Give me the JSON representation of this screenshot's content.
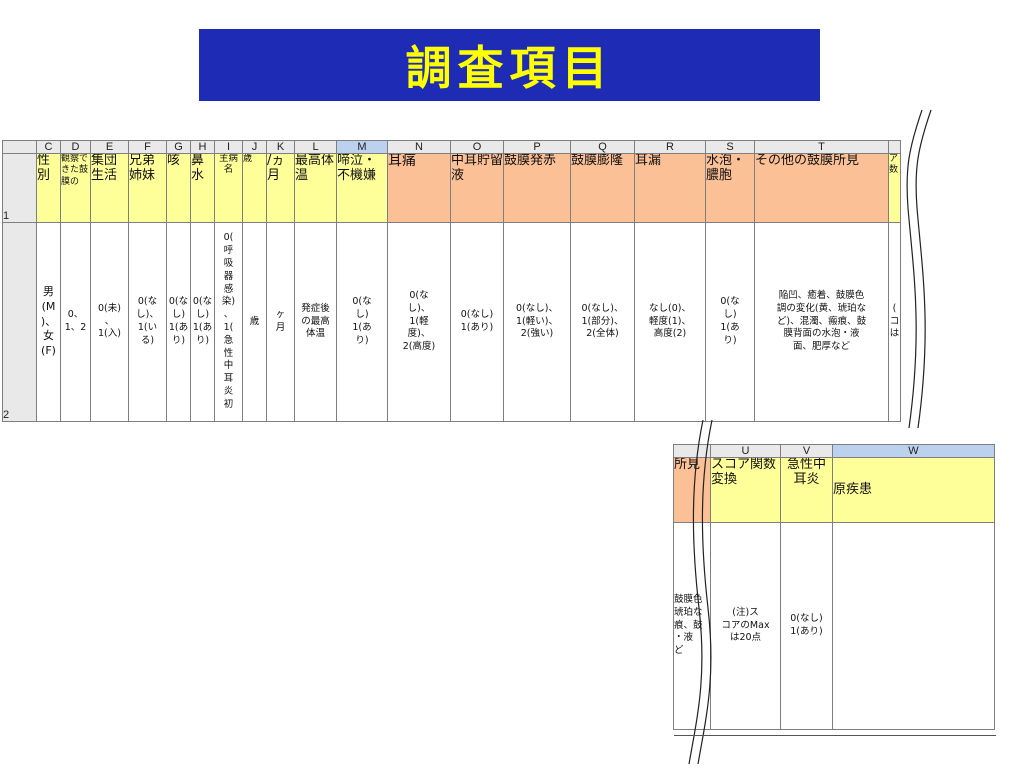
{
  "banner": {
    "title": "調査項目"
  },
  "sheet1": {
    "columns": [
      "C",
      "D",
      "E",
      "F",
      "G",
      "H",
      "I",
      "J",
      "K",
      "L",
      "M",
      "N",
      "O",
      "P",
      "Q",
      "R",
      "S",
      "T"
    ],
    "row_numbers": [
      "1",
      "2"
    ],
    "headers": {
      "C": "性別",
      "D": "観察できた鼓膜の",
      "E": "集団生活",
      "F": "兄弟姉妹",
      "G": "咳",
      "H": "鼻水",
      "I": "主病名",
      "J": "歳",
      "K": "/ヵ月",
      "L": "最高体温",
      "M": "啼泣・不機嫌",
      "N": "耳痛",
      "O": "中耳貯留液",
      "P": "鼓膜発赤",
      "Q": "鼓膜膨隆",
      "R": "耳漏",
      "S": "水泡・膿胞",
      "T": "その他の鼓膜所見",
      "clip": "ア数"
    },
    "values": {
      "C": "男\n(M\n)、\n女\n(F)",
      "D": "0、\n1、2",
      "E": "0(未)\n、\n1(入)",
      "F": "0(な\nし)、\n1(い\nる)",
      "G": "0(な\nし)\n1(あ\nり)",
      "H": "0(な\nし)\n1(あ\nり)",
      "I": "0(\n呼\n吸\n器\n感\n染)\n、\n1(\n急\n性\n中\n耳\n炎\n初",
      "J": "歳",
      "K": "ヶ\n月",
      "L": "発症後\nの最高\n体温",
      "M": "0(な\nし)\n1(あ\nり)",
      "N": "0(な\nし)、\n1(軽\n度)、\n2(高度)",
      "O": "0(なし)\n1(あり)",
      "P": "0(なし)、\n1(軽い)、\n2(強い)",
      "Q": "0(なし)、\n1(部分)、\n2(全体)",
      "R": "なし(0)、\n軽度(1)、\n高度(2)",
      "S": "0(な\nし)\n1(あ\nり)",
      "T": "陥凹、癒着、鼓膜色\n調の変化(黄、琥珀な\nど)、混濁、瘢痕、鼓\n膜背面の水泡・液\n面、肥厚など",
      "clip": "(\nコ\nは"
    }
  },
  "sheet2": {
    "columns": [
      "U",
      "V",
      "W"
    ],
    "headers": {
      "clip": "所見",
      "U": "スコア関数変換",
      "V": "急性中耳炎",
      "W": "原疾患"
    },
    "values": {
      "clip": "鼓膜色\n琥珀な\n痕、鼓\n・液\nど",
      "U": "(注)ス\nコアのMax\nは20点",
      "V": "0(なし)\n1(あり)",
      "W": ""
    }
  },
  "colors": {
    "banner_bg": "#1e2bb5",
    "banner_text": "#ffff00",
    "yellow_cell": "#ffff99",
    "orange_cell": "#fbc096",
    "header_gray": "#e9e9e9",
    "selected_header": "#bcd1ee"
  }
}
